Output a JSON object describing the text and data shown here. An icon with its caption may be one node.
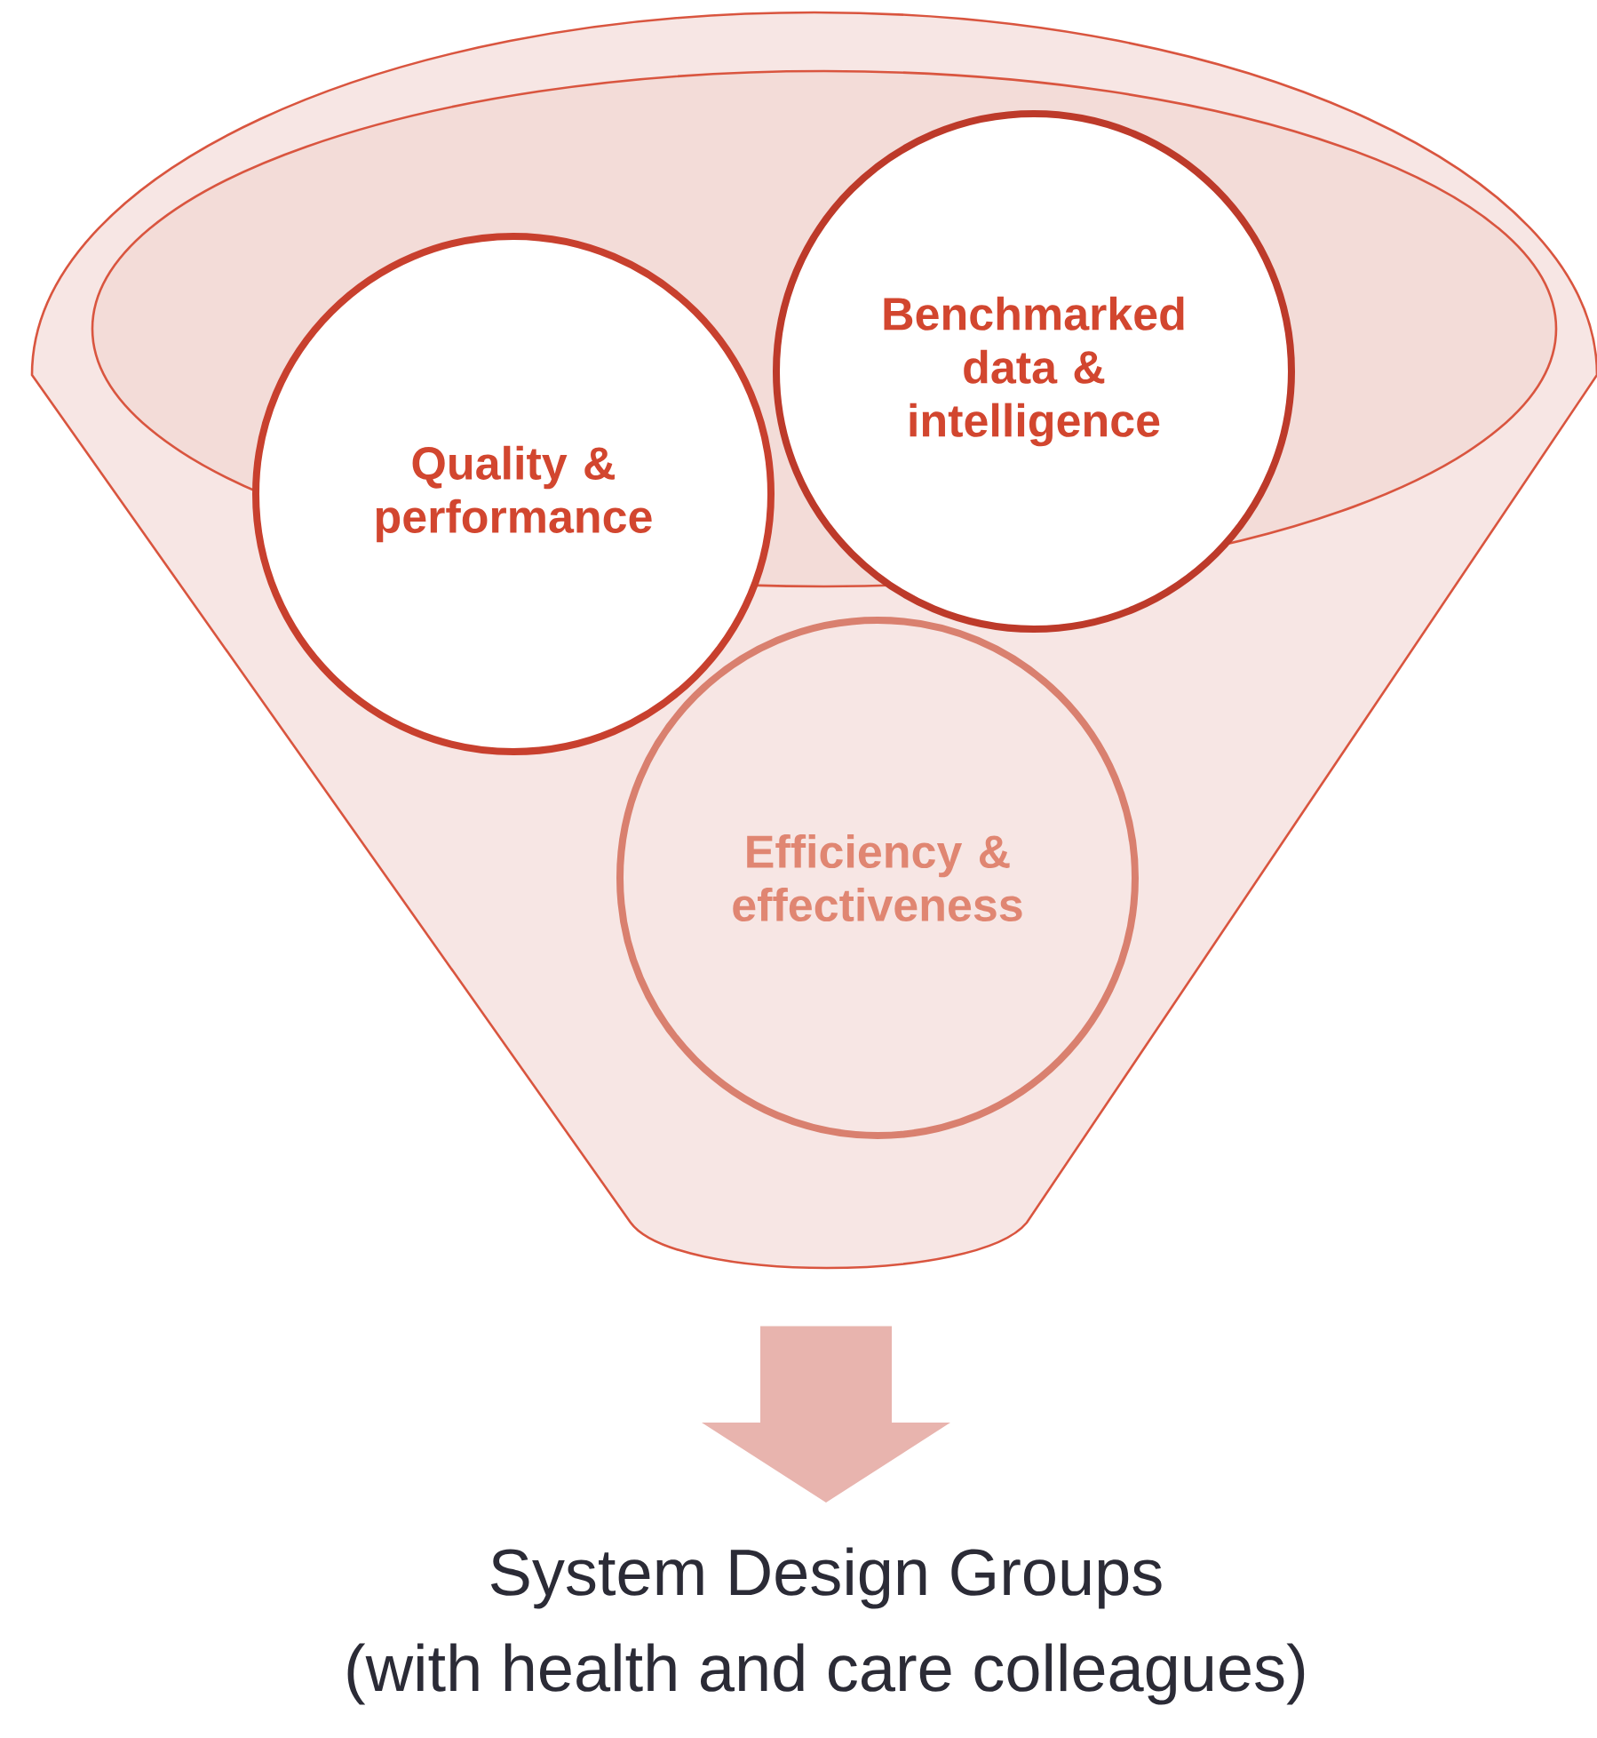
{
  "diagram": {
    "nodes": [
      {
        "text": [],
        "shape": "funnel"
      },
      {
        "text": [
          "Quality & performance"
        ],
        "in": 0
      },
      {
        "text": [
          "Benchmarked data & intelligence"
        ],
        "in": 0
      },
      {
        "text": [
          "Efficiency & effectiveness"
        ],
        "in": 0
      },
      {
        "text": [
          "System Design Groups",
          "(with health and care colleagues)"
        ]
      }
    ],
    "edges": [
      {
        "from": 0,
        "to": 4,
        "arrow": "to",
        "style": "thick"
      }
    ]
  }
}
